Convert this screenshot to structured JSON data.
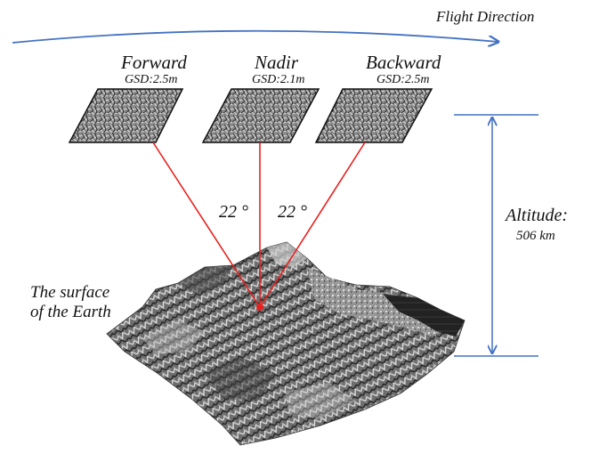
{
  "flight": {
    "label": "Flight Direction"
  },
  "views": [
    {
      "name": "Forward",
      "gsd": "GSD:2.5m"
    },
    {
      "name": "Nadir",
      "gsd": "GSD:2.1m"
    },
    {
      "name": "Backward",
      "gsd": "GSD:2.5m"
    }
  ],
  "angles": {
    "left": "22 °",
    "right": "22 °"
  },
  "altitude": {
    "label": "Altitude:",
    "value": "506 km"
  },
  "surface": {
    "line1": "The surface",
    "line2": "of the Earth"
  },
  "colors": {
    "arrow_blue": "#4472c4",
    "ray_red": "#e8201e",
    "text": "#111111"
  }
}
